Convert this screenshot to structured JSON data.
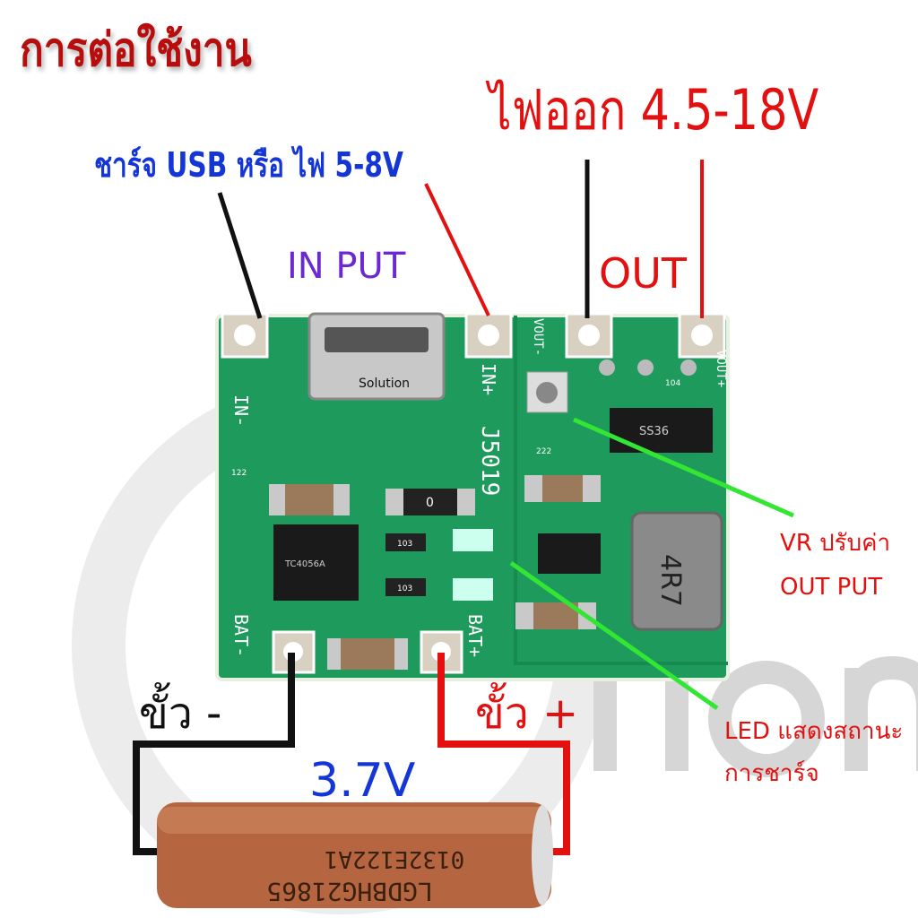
{
  "title": "การต่อใช้งาน",
  "labels": {
    "output_voltage": "ไฟออก 4.5-18V",
    "charge_input": "ชาร์จ USB หรือ ไฟ 5-8V",
    "input": "IN PUT",
    "output": "OUT",
    "vr_line1": "VR ปรับค่า",
    "vr_line2": "OUT PUT",
    "led_line1": "LED แสดงสถานะ",
    "led_line2": "การชาร์จ",
    "negative_terminal": "ขั้ว -",
    "positive_terminal": "ขั้ว +",
    "battery_voltage": "3.7V"
  },
  "board": {
    "in_minus": "IN-",
    "in_plus": "IN+",
    "model": "J5019",
    "vout_minus": "VOUT-",
    "vout_plus": "VOUT+",
    "bat_minus": "BAT-",
    "bat_plus": "BAT+",
    "inductor": "4R7",
    "logo": "Solution",
    "r1": "122",
    "r2": "103",
    "r3": "103",
    "r4": "0",
    "r5": "222",
    "r6": "104",
    "diode": "SS36",
    "ic": "TC4056A"
  },
  "battery": {
    "line1": "LGDBHG21865",
    "line2": "0132E122A1"
  },
  "watermark": "Solution",
  "colors": {
    "pcb": "#1d9a5c",
    "wire_negative": "#111111",
    "wire_positive": "#e31010",
    "pointer": "#33e633",
    "battery": "#b5653f"
  }
}
